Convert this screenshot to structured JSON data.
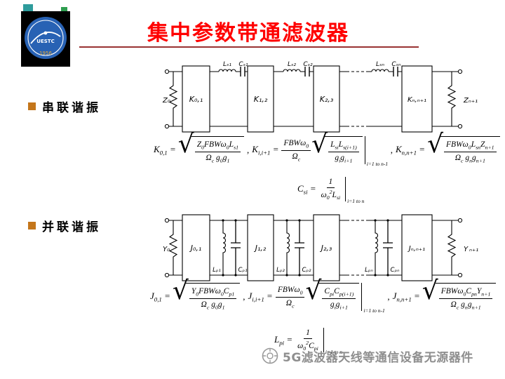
{
  "slide": {
    "title": "集中参数带通滤波器",
    "bullet_series": "串联谐振",
    "bullet_parallel": "并联谐振",
    "watermark": "5G滤波器天线等通信设备无源器件",
    "logo_text": "UESTC",
    "logo_year": "1956",
    "accent_red": "#ff0000",
    "underline_maroon": "#993333",
    "bullet_orange": "#c4761b",
    "watermark_gray": "#8f8f8f",
    "green_subscript": "#00a651"
  },
  "series_circuit": {
    "z0": "Z₀",
    "k01": "K₀,₁",
    "ls1": "Lₛ₁",
    "cs1": "Cₛ₁",
    "k12": "K₁,₂",
    "ls2": "Lₛ₂",
    "cs2": "Cₛ₂",
    "k23": "K₂,₃",
    "lsn": "Lₛₙ",
    "csn": "Cₛₙ",
    "kn": "Kₙ,ₙ₊₁",
    "zn1": "Zₙ₊₁"
  },
  "parallel_circuit": {
    "y0": "Y₀",
    "j01": "J₀,₁",
    "lp1": "Lₚ₁",
    "cp1": "Cₚ₁",
    "j12": "J₁,₂",
    "lp2": "Lₚ₂",
    "cp2": "Cₚ₂",
    "j23": "J₂,₃",
    "lpn": "Lₚₙ",
    "cpn": "Cₚₙ",
    "jn": "Jₙ,ₙ₊₁",
    "yn1_base": "Y",
    "yn1_sub": "ₙ₊₁"
  },
  "series_formulas": {
    "k01_lhs": "K<sub>0,1</sub> =",
    "k01_num": "Z<sub>0</sub>FBWω<sub>0</sub>L<sub>s1</sub>",
    "k01_den": "Ω<sub>c</sub> g<sub>0</sub>g<sub>1</sub>",
    "comma": ",",
    "kii_lhs": "K<sub>i,i+1</sub> =",
    "kii_pre_num": "FBWω<sub>0</sub>",
    "kii_pre_den": "Ω<sub>c</sub>",
    "kii_num": "L<sub>si</sub>L<sub>s(i+1)</sub>",
    "kii_den": "g<sub>i</sub>g<sub>i+1</sub>",
    "kii_note": "i=1 to n-1",
    "kn_lhs": "K<sub>n,n+1</sub> =",
    "kn_num": "FBWω<sub>0</sub>L<sub>sn</sub>Z<sub>n+1</sub>",
    "kn_den": "Ω<sub>c</sub> g<sub>n</sub>g<sub>n+1</sub>",
    "csi_lhs": "C<sub>si</sub> =",
    "csi_num": "1",
    "csi_den": "ω<sub>0</sub><sup>2</sup>L<sub>si</sub>",
    "csi_note": "i=1 to n"
  },
  "parallel_formulas": {
    "j01_lhs": "J<sub>0,1</sub> =",
    "j01_num": "Y<sub>0</sub>FBWω<sub>0</sub>C<sub>p1</sub>",
    "j01_den": "Ω<sub>c</sub> g<sub>0</sub>g<sub>1</sub>",
    "comma": ",",
    "jii_lhs": "J<sub>i,i+1</sub> =",
    "jii_pre_num": "FBWω<sub>0</sub>",
    "jii_pre_den": "Ω<sub>c</sub>",
    "jii_num": "C<sub>pi</sub>C<sub>p(i+1)</sub>",
    "jii_den": "g<sub>i</sub>g<sub>i+1</sub>",
    "jii_note": "i=1 to n-1",
    "jn_lhs": "J<sub>n,n+1</sub> =",
    "jn_num": "FBWω<sub>0</sub>C<sub>pn</sub>Y<sub>n+1</sub>",
    "jn_den": "Ω<sub>c</sub> g<sub>n</sub>g<sub>n+1</sub>",
    "lpi_lhs": "L<sub>pi</sub> =",
    "lpi_num": "1",
    "lpi_den": "ω<sub>0</sub><sup>2</sup>C<sub>pi</sub>",
    "lpi_note": "i=1 to n"
  }
}
